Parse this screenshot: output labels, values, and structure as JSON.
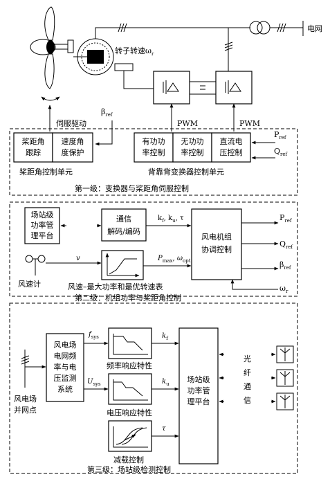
{
  "top": {
    "grid_label": "电网",
    "rotor_speed_label": "转子转速ω",
    "rotor_speed_sub": "r",
    "pwm_left": "PWM",
    "pwm_right": "PWM",
    "servo_label": "伺服驱动",
    "beta_ref": "β",
    "beta_ref_sub": "ref",
    "pitch_track_l1": "桨距角",
    "pitch_track_l2": "跟踪",
    "speed_prot_l1": "速度角",
    "speed_prot_l2": "度保护",
    "active_l1": "有功功",
    "active_l2": "率控制",
    "reactive_l1": "无功功",
    "reactive_l2": "率控制",
    "dc_l1": "直流电",
    "dc_l2": "压控制",
    "p_ref": "P",
    "q_ref": "Q",
    "ref_sub": "ref",
    "pitch_unit": "桨距角控制单元",
    "b2b_unit": "背靠背变换器控制单元",
    "level1": "第一级：变换器与桨距角伺服控制"
  },
  "middle": {
    "station_l1": "场站级",
    "station_l2": "功率管",
    "station_l3": "理平台",
    "comm_l1": "通信",
    "comm_l2": "解码/编码",
    "k_label": "k",
    "k_f_sub": "f",
    "k_u_sub": "u",
    "tau": "τ",
    "v_label": "v",
    "pmax_label": "P",
    "pmax_sub": "max",
    "omega_label": "ω",
    "omega_sub": "opt",
    "coord_l1": "风电机组",
    "coord_l2": "协调控制",
    "p_ref": "P",
    "q_ref": "Q",
    "beta_ref": "β",
    "ref_sub": "ref",
    "omega_r": "ω",
    "omega_r_sub": "r",
    "anemometer": "风速计",
    "table_label": "风速–最大功率和最优转速表",
    "level2": "第二级：机组功率与桨距角控制"
  },
  "bottom": {
    "monitor_l1": "风电场",
    "monitor_l2": "电网频",
    "monitor_l3": "率与电",
    "monitor_l4": "压监测",
    "monitor_l5": "系统",
    "fsys": "f",
    "usys": "U",
    "sys_sub": "sys",
    "kf": "k",
    "kf_sub": "f",
    "ku": "k",
    "ku_sub": "u",
    "tau": "τ",
    "freq_char": "频率响应特性",
    "volt_char": "电压响应特性",
    "load_ctrl": "减载控制",
    "station_l1": "场站级",
    "station_l2": "功率管",
    "station_l3": "理平台",
    "fiber_1": "光",
    "fiber_2": "纤",
    "fiber_3": "通",
    "fiber_4": "信",
    "pcc_l1": "风电场",
    "pcc_l2": "并网点",
    "level3": "第三级：场站级检测控制"
  }
}
